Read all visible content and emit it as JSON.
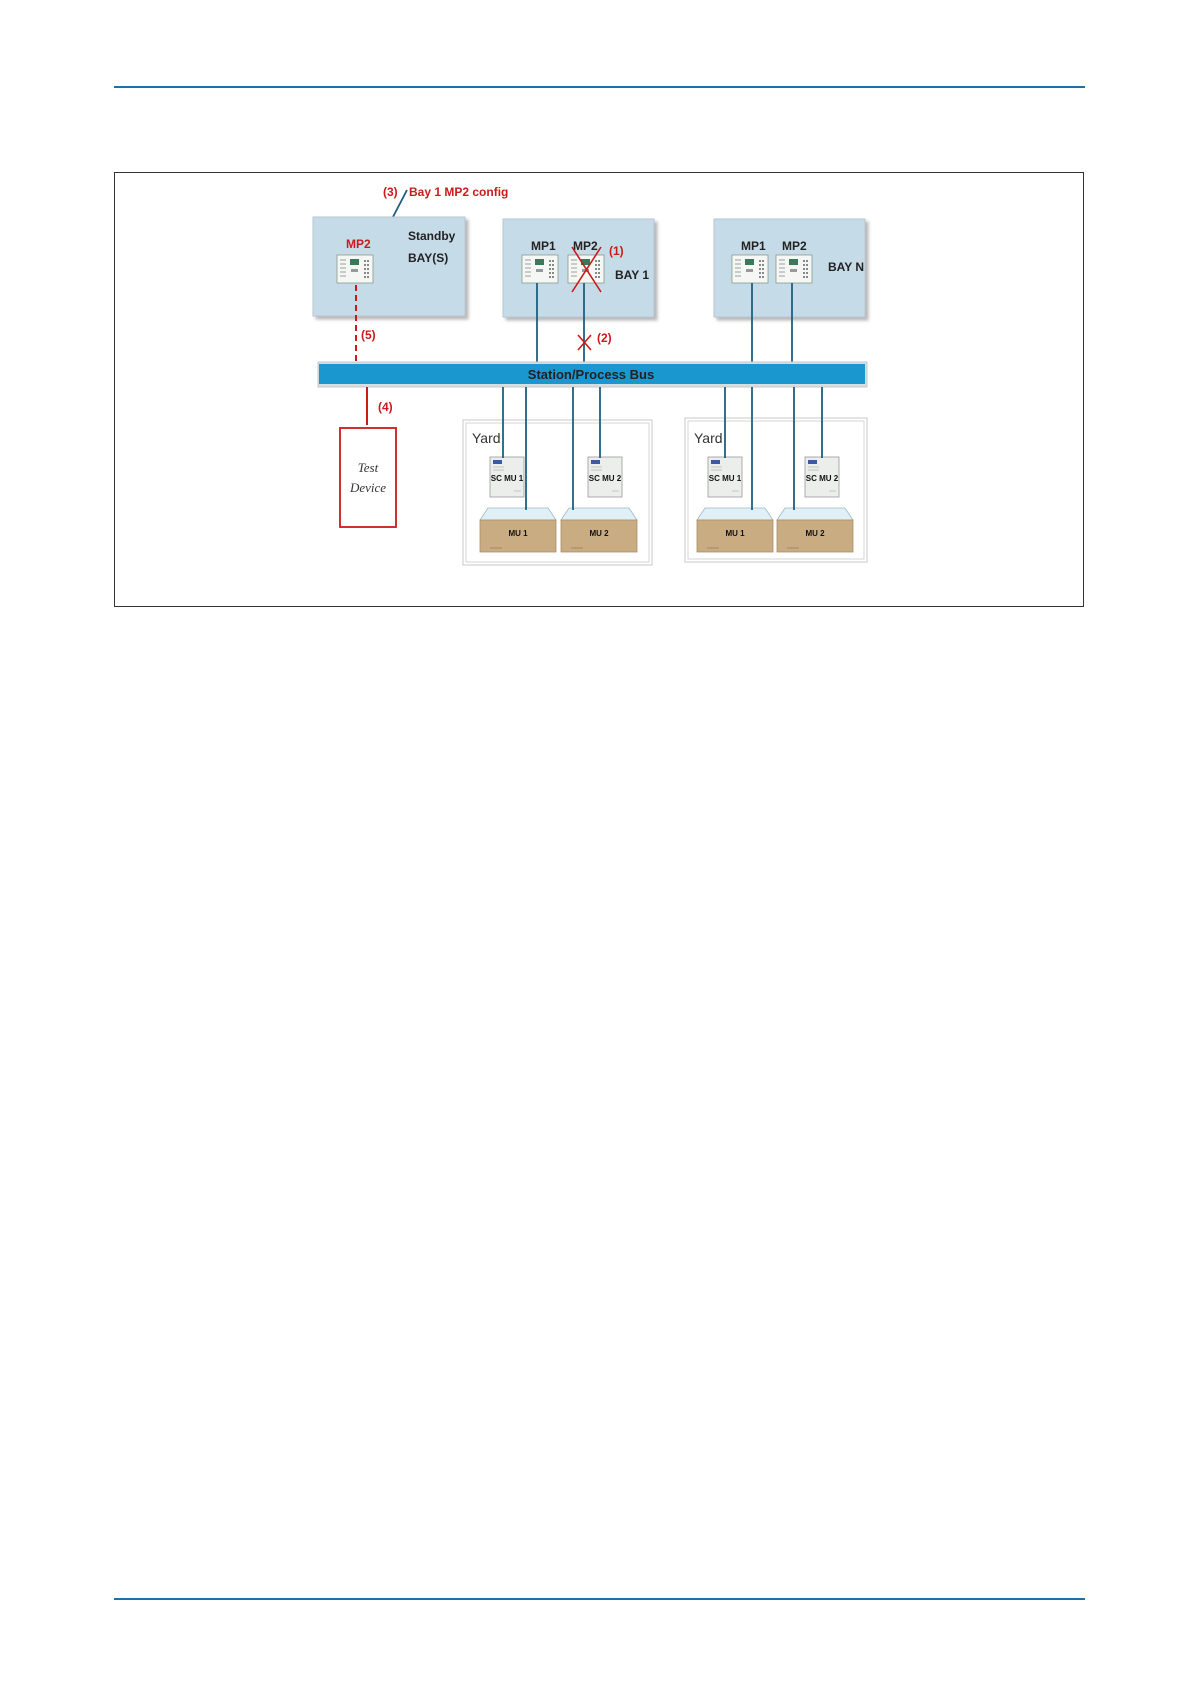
{
  "diagram": {
    "callout_config": {
      "number": "(3)",
      "text": "Bay 1 MP2 config"
    },
    "standby_bay": {
      "device": "MP2",
      "title_line1": "Standby",
      "title_line2": "BAY(S)"
    },
    "bay1": {
      "mp1": "MP1",
      "mp2": "MP2",
      "fault_marker": "(1)",
      "title": "BAY 1",
      "link_marker": "(2)"
    },
    "bayn": {
      "mp1": "MP1",
      "mp2": "MP2",
      "title": "BAY N"
    },
    "link_standby_marker": "(5)",
    "link_test_marker": "(4)",
    "bus_label": "Station/Process Bus",
    "test_device": {
      "line1": "Test",
      "line2": "Device"
    },
    "yard_left": {
      "label": "Yard",
      "sc_mu1": "SC MU 1",
      "sc_mu2": "SC MU 2",
      "mu1": "MU 1",
      "mu2": "MU 2"
    },
    "yard_right": {
      "label": "Yard",
      "sc_mu1": "SC MU 1",
      "sc_mu2": "SC MU 2",
      "mu1": "MU 1",
      "mu2": "MU 2"
    },
    "colors": {
      "accent": "#cc1a1a",
      "bus": "#1b97cf",
      "link": "#1d5f80",
      "bay_fill": "#c6dbe8",
      "rule": "#1f6fa8",
      "mu_box": "#c9ac82"
    }
  }
}
